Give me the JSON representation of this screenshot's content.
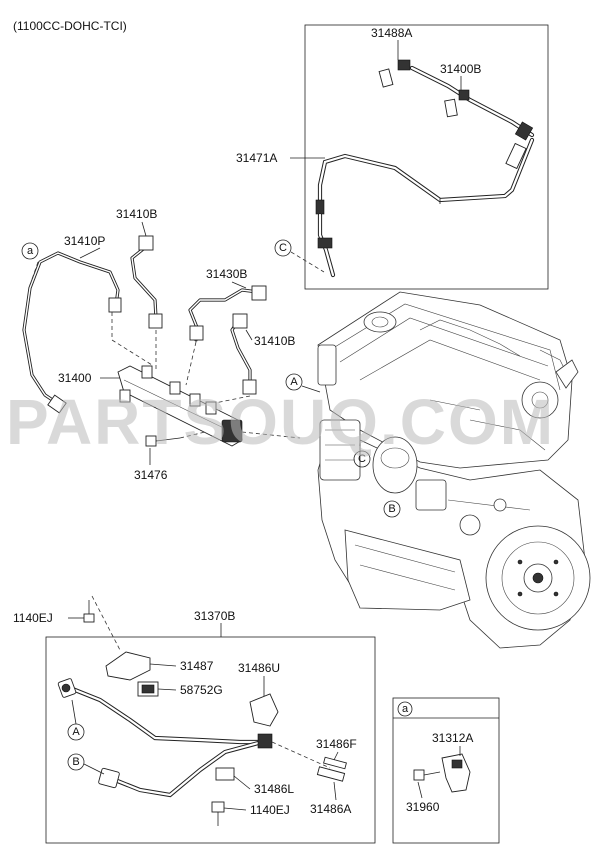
{
  "title": "(1100CC-DOHC-TCI)",
  "watermark": "PARTSOUQ.COM",
  "parts": {
    "p31488A": "31488A",
    "p31400B": "31400B",
    "p31471A": "31471A",
    "p31410B_top": "31410B",
    "p31410P": "31410P",
    "p31430B": "31430B",
    "p31410B_mid": "31410B",
    "p31400": "31400",
    "p31476": "31476",
    "p1140EJ_top": "1140EJ",
    "p31370B": "31370B",
    "p31487": "31487",
    "p58752G": "58752G",
    "p31486U": "31486U",
    "p31486F": "31486F",
    "p31486L": "31486L",
    "p1140EJ_bot": "1140EJ",
    "p31486A": "31486A",
    "p31312A": "31312A",
    "p31960": "31960"
  },
  "callouts": {
    "a_left": "a",
    "c_hose": "C",
    "a_engine": "A",
    "c_engine": "C",
    "b_engine": "B",
    "a_harness": "A",
    "b_harness": "B",
    "a_detail": "a"
  },
  "colors": {
    "line": "#222222",
    "watermark": "#b9b9b9",
    "background": "#ffffff"
  }
}
